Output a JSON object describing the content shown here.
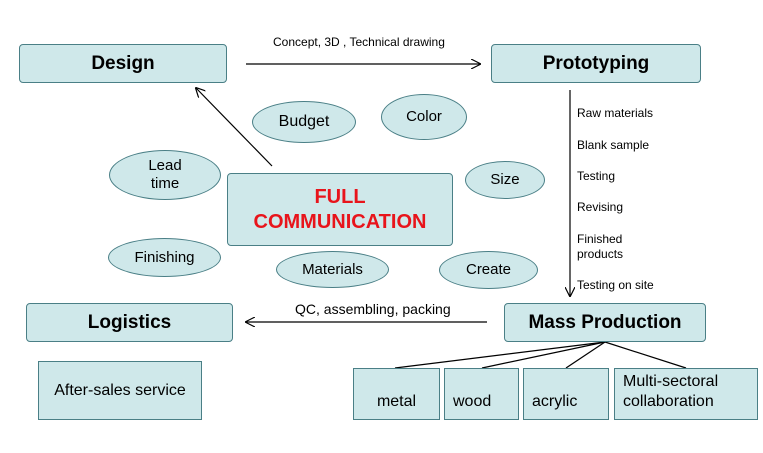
{
  "nodes": {
    "design": "Design",
    "prototyping": "Prototyping",
    "logistics": "Logistics",
    "mass_production": "Mass Production",
    "center_line1": "FULL",
    "center_line2": "COMMUNICATION",
    "after_sales": "After-sales service"
  },
  "edge_labels": {
    "design_to_prototyping": "Concept, 3D , Technical drawing",
    "mass_to_logistics": "QC, assembling, packing"
  },
  "prototyping_steps": [
    "Raw materials",
    "Blank sample",
    "Testing",
    "Revising",
    "Finished products",
    "Testing on site"
  ],
  "factors": {
    "budget": "Budget",
    "color": "Color",
    "lead_time_line1": "Lead",
    "lead_time_line2": "time",
    "size": "Size",
    "finishing": "Finishing",
    "materials": "Materials",
    "create": "Create"
  },
  "material_types": {
    "metal": "metal",
    "wood": "wood",
    "acrylic": "acrylic",
    "multi_line1": "Multi-sectoral",
    "multi_line2": "collaboration"
  },
  "colors": {
    "box_fill": "#cfe8ea",
    "box_border": "#4a7f86",
    "center_text": "#e8141b"
  }
}
